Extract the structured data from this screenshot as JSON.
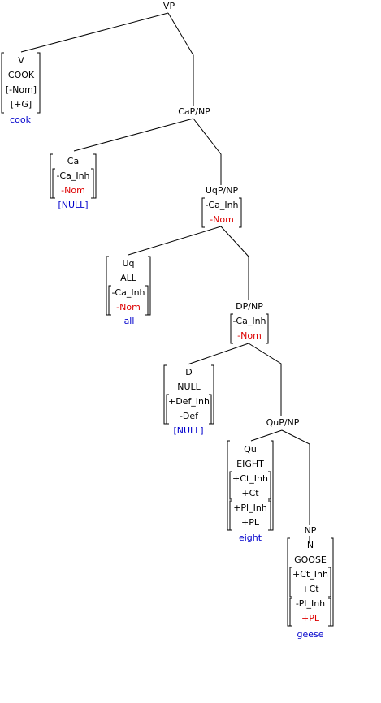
{
  "tree": {
    "vp": {
      "label": "VP"
    },
    "v": {
      "rows": [
        "V",
        "COOK",
        "[-Nom]",
        "[+G]"
      ],
      "word": "cook"
    },
    "cap": {
      "label": "CaP/NP"
    },
    "ca": {
      "rows": [
        "Ca",
        "-Ca_Inh",
        "-Nom"
      ],
      "word": "[NULL]"
    },
    "uqp": {
      "label": "UqP/NP",
      "rows": [
        "-Ca_Inh",
        "-Nom"
      ]
    },
    "uq": {
      "rows": [
        "Uq",
        "ALL",
        "-Ca_Inh",
        "-Nom"
      ],
      "word": "all"
    },
    "dp": {
      "label": "DP/NP",
      "rows": [
        "-Ca_Inh",
        "-Nom"
      ]
    },
    "d": {
      "rows": [
        "D",
        "NULL",
        "+Def_Inh",
        "-Def"
      ],
      "word": "[NULL]"
    },
    "qup": {
      "label": "QuP/NP"
    },
    "qu": {
      "rows": [
        "Qu",
        "EIGHT",
        "+Ct_Inh",
        "+Ct",
        "+Pl_Inh",
        "+PL"
      ],
      "word": "eight"
    },
    "np": {
      "label": "NP"
    },
    "n": {
      "rows": [
        "N",
        "GOOSE",
        "+Ct_Inh",
        "+Ct",
        "-Pl_Inh",
        "+PL"
      ],
      "word": "geese"
    }
  },
  "colors": {
    "line": "#000000",
    "word": "#0000cc",
    "negative_feature": "#dd0000"
  }
}
